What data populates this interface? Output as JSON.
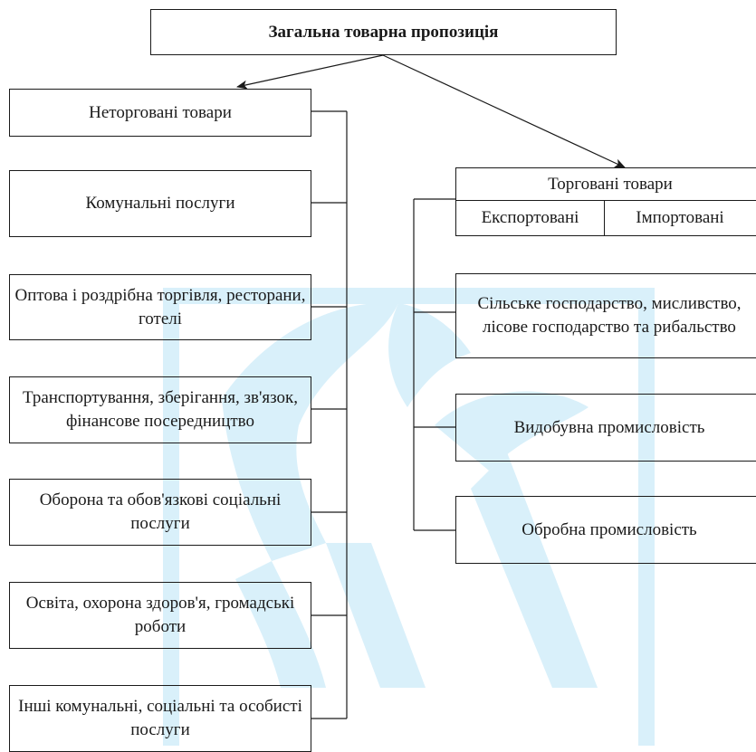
{
  "title": "Загальна товарна пропозиція",
  "non_traded": {
    "header": "Неторговані товари",
    "items": [
      "Комунальні послуги",
      "Оптова і роздрібна торгівля, ресторани, готелі",
      "Транспортування, зберігання, зв'язок, фінансове посередництво",
      "Оборона та обов'язкові соціальні послуги",
      "Освіта, охорона здоров'я, громадські роботи",
      "Інші комунальні, соціальні та особисті послуги"
    ]
  },
  "traded": {
    "header": "Торговані товари",
    "sub_left": "Експортовані",
    "sub_right": "Імпортовані",
    "items": [
      "Сільське господарство, мисливство, лісове господарство та рибальство",
      "Видобувна промисловість",
      "Обробна промисловість"
    ]
  },
  "colors": {
    "line": "#1a1a1a",
    "watermark": "#d6eef8"
  }
}
